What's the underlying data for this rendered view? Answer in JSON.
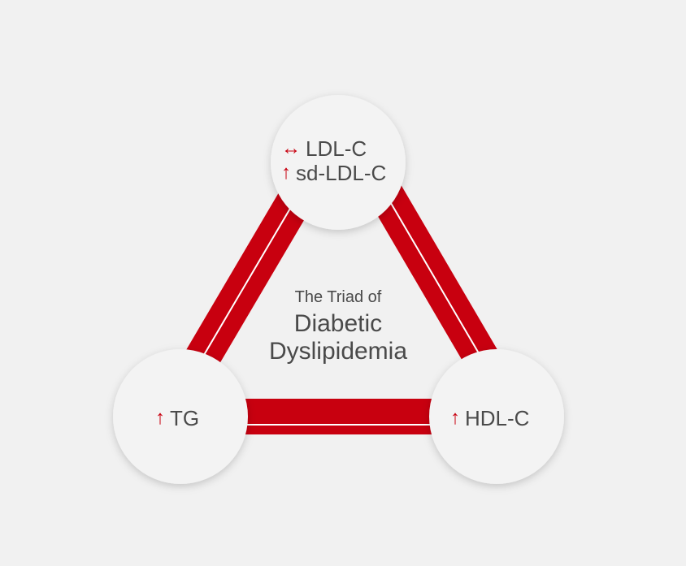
{
  "colors": {
    "background": "#f1f1f1",
    "connector": "#c8000f",
    "circle_fill": "#f3f3f3",
    "text": "#4a4a4a",
    "arrow": "#c8000f"
  },
  "center": {
    "line1": "The Triad of",
    "line2": "Diabetic",
    "line3": "Dyslipidemia"
  },
  "nodes": {
    "top": {
      "line1_icon": "left-right-arrow-icon",
      "line1_symbol": "↔",
      "line1_text": "LDL-C",
      "line2_icon": "up-arrow-icon",
      "line2_symbol": "↑",
      "line2_text": "sd-LDL-C"
    },
    "left": {
      "icon": "up-arrow-icon",
      "symbol": "↑",
      "text": "TG"
    },
    "right": {
      "icon": "up-arrow-icon",
      "symbol": "↑",
      "text": "HDL-C"
    }
  }
}
